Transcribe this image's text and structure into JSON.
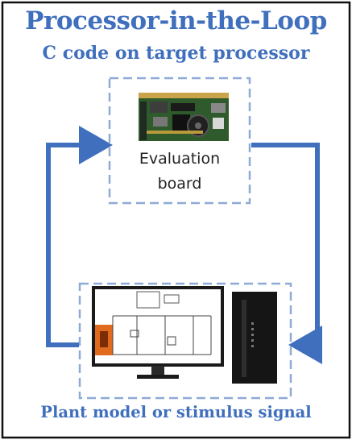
{
  "title": "Processor-in-the-Loop",
  "subtitle": "C code on target processor",
  "board": {
    "line1": "Evaluation",
    "line2": "board",
    "image": "evaluation-board-pcb"
  },
  "plant": {
    "label": "Plant model or stimulus signal",
    "image": "monitor-and-desktop-tower"
  },
  "colors": {
    "accent": "#3f6fbd",
    "dashed_box": "#8eaad6",
    "frame": "#111111",
    "board_green": "#2f5a2b"
  },
  "arrows": [
    "board-to-plant",
    "plant-to-board"
  ]
}
